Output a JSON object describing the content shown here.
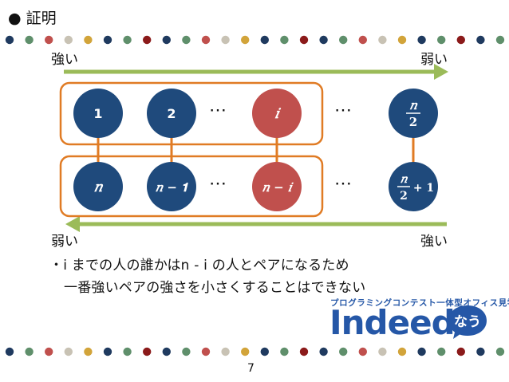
{
  "slide": {
    "title": "● 証明",
    "label_top_left": "強い",
    "label_top_right": "弱い",
    "label_bottom_left": "弱い",
    "label_bottom_right": "強い",
    "line1": "・i までの人の誰かはn - i の人とペアになるため",
    "line2": "一番強いペアの強さを小さくすることはできない",
    "page_number": "7"
  },
  "diagram": {
    "top_nodes": [
      "1",
      "2",
      "𝑖",
      "𝑛"
    ],
    "top_last_den": "2",
    "bottom_nodes": [
      "𝑛",
      "𝑛 − 𝟏",
      "𝑛 − 𝑖",
      "𝑛",
      "+ 𝟏"
    ],
    "bottom_last_den": "2",
    "ellipsis": "⋯",
    "colors": {
      "node_blue": "#1f4a7c",
      "node_red": "#c0504d",
      "frame": "#e07b24",
      "arrow": "#9bbb59",
      "link": "#e07b24"
    }
  },
  "logo": {
    "tagline": "プログラミングコンテスト一体型オフィス見学会",
    "word": "Indeed",
    "badge": "なう"
  },
  "dot_colors": [
    "#1f3a5f",
    "#5f8f6b",
    "#c0504d",
    "#c8c2b4",
    "#d2a43a",
    "#1f3a5f",
    "#5f8f6b",
    "#8b1a1a"
  ]
}
